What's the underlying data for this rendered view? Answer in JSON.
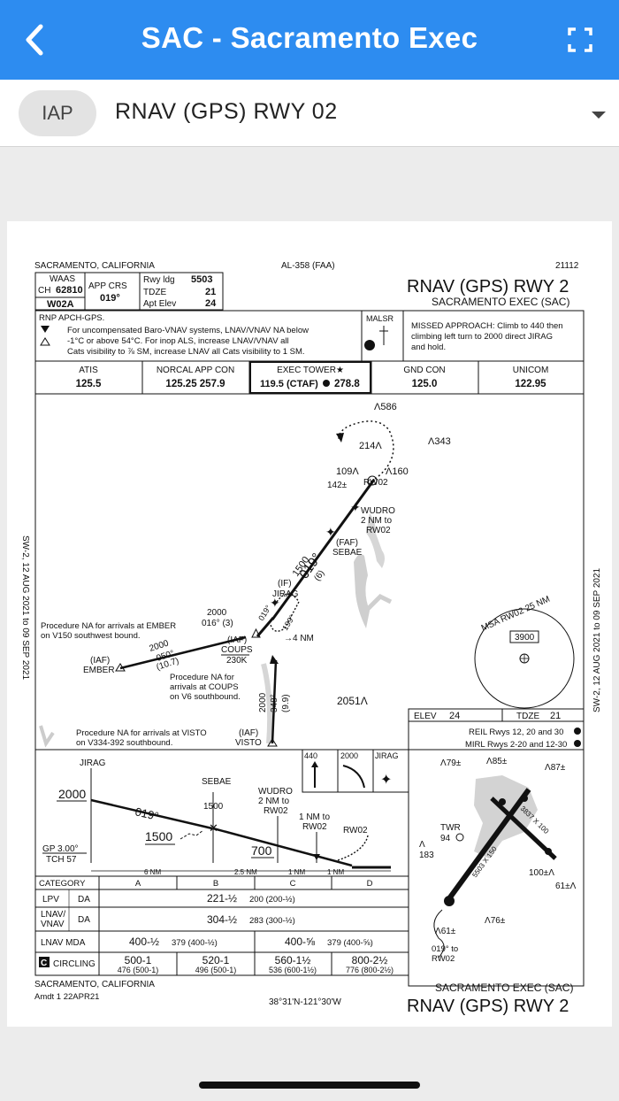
{
  "header": {
    "title": "SAC - Sacramento Exec",
    "back_icon": "chevron-left-icon",
    "fullscreen_icon": "fullscreen-icon",
    "bar_color": "#2d8cf0"
  },
  "selector": {
    "type_label": "IAP",
    "procedure": "RNAV (GPS) RWY 02"
  },
  "plate": {
    "location": "SACRAMENTO, CALIFORNIA",
    "al_number": "AL-358 (FAA)",
    "cycle": "21112",
    "title": "RNAV (GPS) RWY 2",
    "airport": "SACRAMENTO EXEC (SAC)",
    "waas_label": "WAAS",
    "ch_label": "CH",
    "ch_value": "62810",
    "w_id": "W02A",
    "app_crs_label": "APP CRS",
    "app_crs_value": "019°",
    "rwy_ldg_label": "Rwy ldg",
    "rwy_ldg_value": "5503",
    "tdze_label": "TDZE",
    "tdze_value": "21",
    "apt_elev_label": "Apt Elev",
    "apt_elev_value": "24",
    "rnp_note": "RNP APCH-GPS.",
    "note_line1": "For uncompensated Baro-VNAV systems, LNAV/VNAV NA below",
    "note_line2": "-1°C or above 54°C.  For inop ALS, increase LNAV/VNAV all",
    "note_line3": "Cats visibility to ⅞ SM, increase LNAV all Cats visibility to 1 SM.",
    "malsr": "MALSR",
    "missed_line1": "MISSED APPROACH: Climb to 440 then",
    "missed_line2": "climbing left turn to 2000 direct JIRAG",
    "missed_line3": "and hold.",
    "comms": [
      {
        "label": "ATIS",
        "freq": "125.5"
      },
      {
        "label": "NORCAL APP CON",
        "freq": "125.25  257.9"
      },
      {
        "label": "EXEC TOWER★",
        "freq": "119.5 (CTAF)",
        "freq2": "278.8"
      },
      {
        "label": "GND CON",
        "freq": "125.0"
      },
      {
        "label": "UNICOM",
        "freq": "122.95"
      }
    ],
    "side_note": "SW-2, 12 AUG 2021 to 09 SEP 2021",
    "plan": {
      "alt586": "586",
      "alt214": "214",
      "alt343": "343",
      "alt109": "109",
      "alt160": "160",
      "alt142": "142±",
      "rw02": "RW02",
      "wudro": "WUDRO",
      "wudro_nm": "2 NM to",
      "wudro_rw": "RW02",
      "faf": "(FAF)",
      "sebae": "SEBAE",
      "crs_alt": "1500",
      "crs_019": "019°",
      "crs_dist": "(6)",
      "if": "(IF)",
      "jirag": "JIRAG",
      "hold_crs": "019°",
      "hold_out": "199°",
      "hold_nm": "4 NM",
      "alt2000": "2000",
      "crs016": "016° (3)",
      "iaf": "(IAF)",
      "coups": "COUPS",
      "coups_alt": "230K",
      "ember": "EMBER",
      "ember_alt": "2000",
      "ember_crs": "050°",
      "ember_dist": "(10.7)",
      "na_ember1": "Procedure NA for arrivals at EMBER",
      "na_ember2": "on V150 southwest bound.",
      "na_coups1": "Procedure NA for",
      "na_coups2": "arrivals at COUPS",
      "na_coups3": "on V6 southbound.",
      "visto_alt": "2000",
      "visto_crs": "348°",
      "visto_dist": "(9.9)",
      "alt2051": "2051",
      "na_visto1": "Procedure NA for arrivals at VISTO",
      "na_visto2": "on V334-392 southbound.",
      "visto": "VISTO",
      "msa": "MSA RW02 25 NM",
      "msa_alt": "3900"
    },
    "airport_diagram": {
      "elev_label": "ELEV",
      "elev": "24",
      "tdze_label": "TDZE",
      "tdze": "21",
      "reil": "REIL Rwys 12, 20 and 30",
      "mirl": "MIRL Rwys 2-20 and 12-30",
      "o79": "79±",
      "o85": "85±",
      "o87": "87±",
      "twr": "TWR",
      "twr_alt": "94",
      "o183": "183",
      "o100": "100±",
      "o61a": "61±",
      "o76": "76±",
      "o61b": "61±",
      "rwy1": "5503 X 150",
      "rwy2": "3837 X 100",
      "miss_crs": "019° to",
      "miss_rw": "RW02"
    },
    "profile": {
      "jirag": "JIRAG",
      "alt2000": "2000",
      "crs": "019°",
      "sebae": "SEBAE",
      "alt1500a": "1500",
      "alt1500b": "1500",
      "wudro": "WUDRO",
      "wudro2": "2 NM to",
      "wudro3": "RW02",
      "nm1": "1 NM to",
      "nm1b": "RW02",
      "rw02": "RW02",
      "alt700": "700",
      "gp": "GP 3.00°",
      "tch": "TCH 57",
      "d1": "6 NM",
      "d2": "2.5 NM",
      "d3": "1 NM",
      "d4": "1 NM",
      "icon_440": "440",
      "icon_2000": "2000",
      "icon_jirag": "JIRAG"
    },
    "minimums": {
      "category": "CATEGORY",
      "cats": [
        "A",
        "B",
        "C",
        "D"
      ],
      "lpv": "LPV",
      "da": "DA",
      "lpv_val": "221-½",
      "lpv_val2": "200 (200-½)",
      "lnav_vnav1": "LNAV/",
      "lnav_vnav2": "VNAV",
      "lnav_vnav_val": "304-½",
      "lnav_vnav_val2": "283 (300-½)",
      "lnav": "LNAV MDA",
      "lnav_ab": "400-½",
      "lnav_ab2": "379 (400-½)",
      "lnav_cd": "400-⅝",
      "lnav_cd2": "379 (400-⅝)",
      "circ_icon": "C",
      "circling": "CIRCLING",
      "circ": [
        {
          "v": "500-1",
          "h": "476 (500-1)"
        },
        {
          "v": "520-1",
          "h": "496 (500-1)"
        },
        {
          "v": "560-1½",
          "h": "536 (600-1½)"
        },
        {
          "v": "800-2½",
          "h": "776 (800-2½)"
        }
      ]
    },
    "footer": {
      "location": "SACRAMENTO, CALIFORNIA",
      "amdt": "Amdt 1  22APR21",
      "coords": "38°31'N-121°30'W",
      "airport": "SACRAMENTO EXEC (SAC)",
      "title": "RNAV (GPS) RWY 2"
    }
  }
}
